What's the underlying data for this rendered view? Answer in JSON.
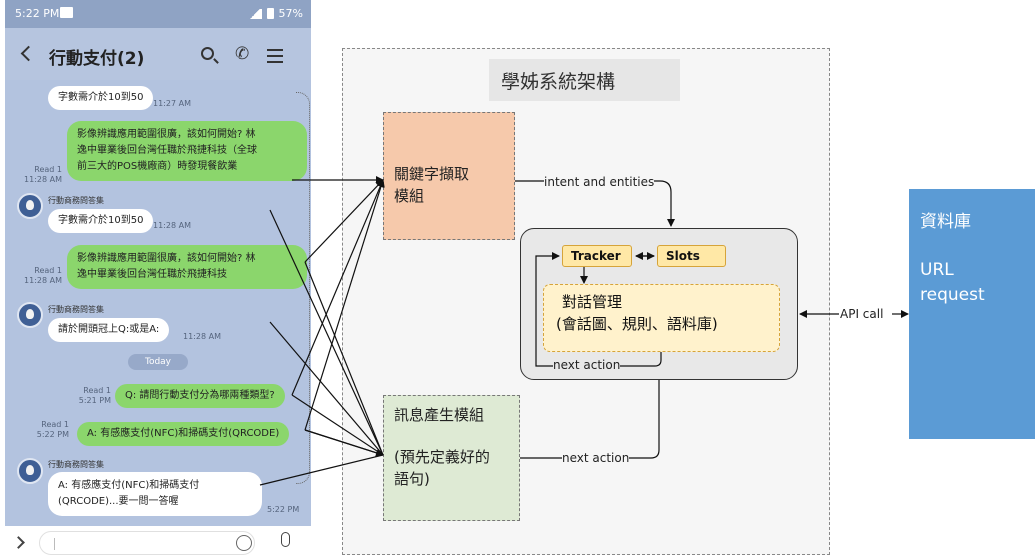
{
  "phone": {
    "status": {
      "time": "5:22 PM",
      "battery": "57%"
    },
    "header": {
      "title": "行動支付(2)"
    },
    "messages": {
      "m1": {
        "text": "字數需介於10到50",
        "time": "11:27 AM"
      },
      "m2": {
        "lines": [
          "影像辨識應用範圍很廣，該如何開始? 林",
          "逸中畢業後回台灣任職於飛捷科技（全球",
          "前三大的POS機廠商）時發現餐飲業"
        ],
        "read": "Read 1",
        "time": "11:28 AM"
      },
      "m3": {
        "sender": "行動商務問答集",
        "text": "字數需介於10到50",
        "time": "11:28 AM"
      },
      "m4": {
        "lines": [
          "影像辨識應用範圍很廣，該如何開始? 林",
          "逸中畢業後回台灣任職於飛捷科技"
        ],
        "read": "Read 1",
        "time": "11:28 AM"
      },
      "m5": {
        "sender": "行動商務問答集",
        "text": "請於開頭冠上Q:或是A:",
        "time": "11:28 AM"
      },
      "today": "Today",
      "m6": {
        "text": "Q: 請問行動支付分為哪兩種類型?",
        "read": "Read 1",
        "time": "5:21 PM"
      },
      "m7": {
        "text": "A: 有感應支付(NFC)和掃碼支付(QRCODE)",
        "read": "Read 1",
        "time": "5:22 PM"
      },
      "m8": {
        "sender": "行動商務問答集",
        "lines": [
          "A: 有感應支付(NFC)和掃碼支付",
          "(QRCODE)...要一問一答喔"
        ],
        "time": "5:22 PM"
      }
    },
    "icons": {
      "search": "search-icon",
      "call": "phone-icon",
      "menu": "menu-icon",
      "emoji": "emoji-icon",
      "mic": "mic-icon"
    }
  },
  "diagram": {
    "title": "學姊系統架構",
    "keyword_module": [
      "關鍵字擷取",
      "模組"
    ],
    "message_module": {
      "line1": "訊息產生模組",
      "line2": "(預先定義好的語句)"
    },
    "tracker": "Tracker",
    "slots": "Slots",
    "dialog_manager": [
      "對話管理",
      "(會話圖、規則、語料庫)"
    ],
    "database": {
      "title": "資料庫",
      "body": "URL request"
    },
    "labels": {
      "intent": "intent and entities",
      "next_action_inner": "next action",
      "next_action_outer": "next action",
      "api_call": "API call"
    },
    "colors": {
      "keyword_fill": "#f6c9ab",
      "message_fill": "#deead4",
      "pill_fill": "#ffe8a6",
      "dm_fill": "#fff2cc",
      "db_fill": "#5b9bd5"
    }
  }
}
